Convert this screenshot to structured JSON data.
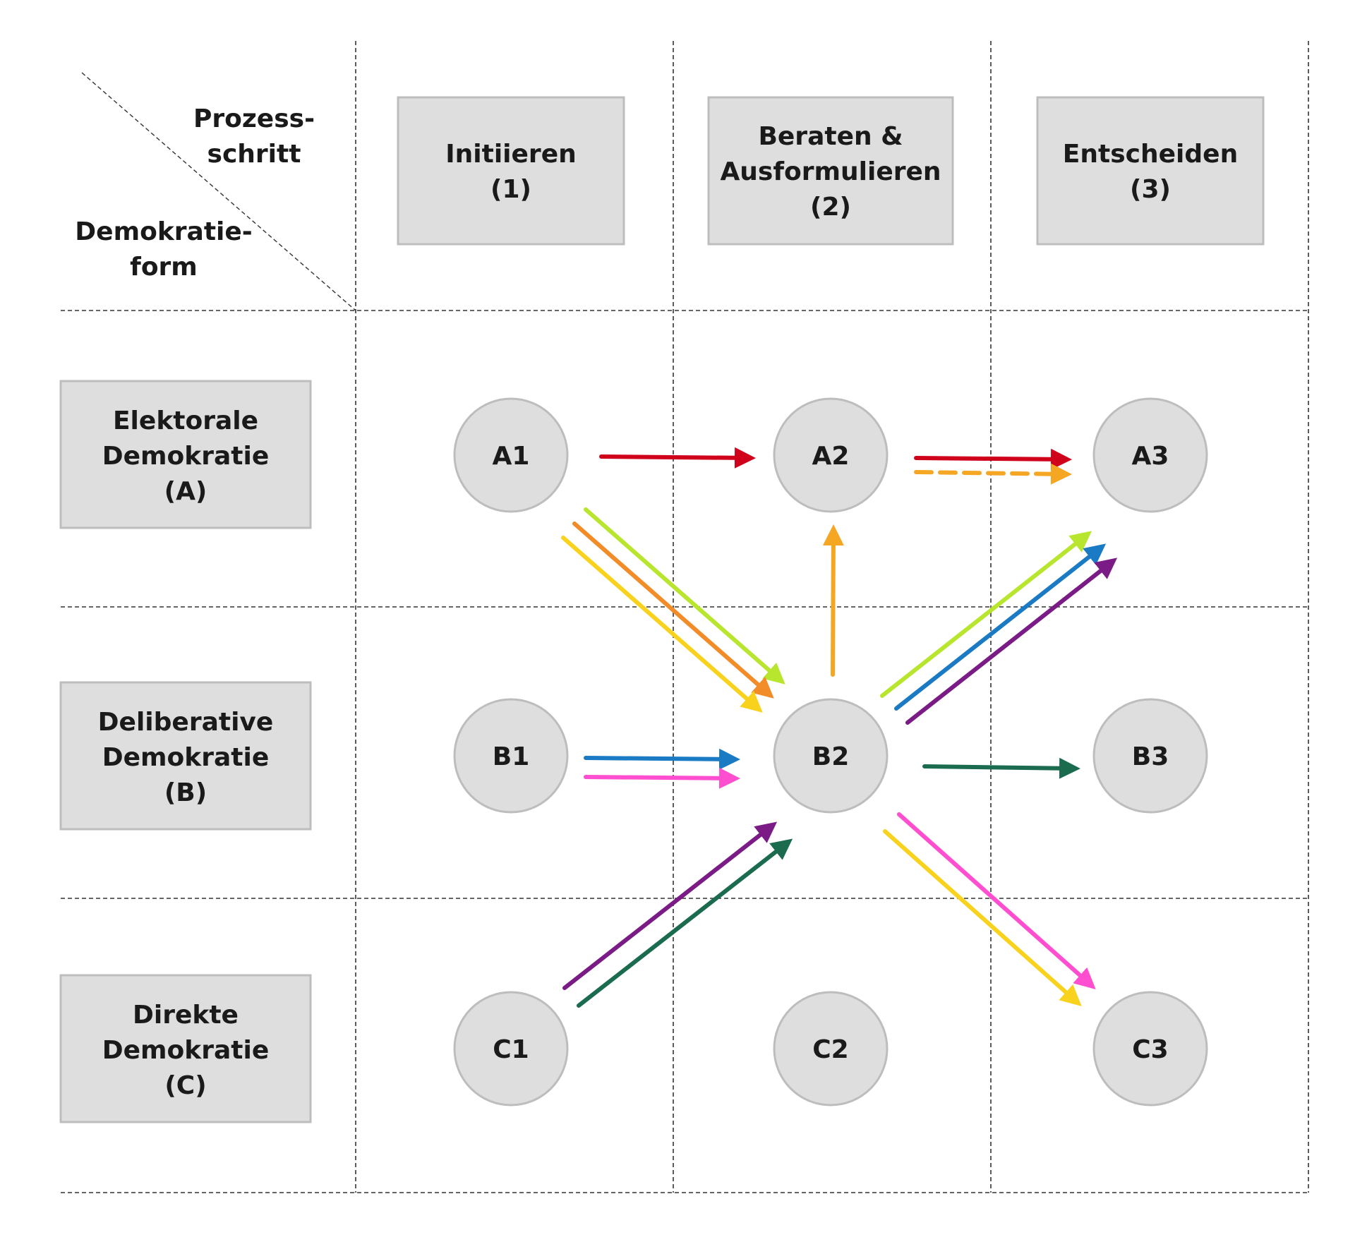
{
  "corner": {
    "top_lines": [
      "Prozess-",
      "schritt"
    ],
    "bottom_lines": [
      "Demokratie-",
      "form"
    ]
  },
  "columns": [
    {
      "id": "1",
      "lines": [
        "Initiieren",
        "(1)"
      ]
    },
    {
      "id": "2",
      "lines": [
        "Beraten &",
        "Ausformulieren",
        "(2)"
      ]
    },
    {
      "id": "3",
      "lines": [
        "Entscheiden",
        "(3)"
      ]
    }
  ],
  "rows": [
    {
      "id": "A",
      "lines": [
        "Elektorale",
        "Demokratie",
        "(A)"
      ]
    },
    {
      "id": "B",
      "lines": [
        "Deliberative",
        "Demokratie",
        "(B)"
      ]
    },
    {
      "id": "C",
      "lines": [
        "Direkte",
        "Demokratie",
        "(C)"
      ]
    }
  ],
  "nodes": [
    "A1",
    "A2",
    "A3",
    "B1",
    "B2",
    "B3",
    "C1",
    "C2",
    "C3"
  ],
  "colors": {
    "red": "#d0021b",
    "orange": "#f5a623",
    "dark_orange": "#f28c28",
    "lime": "#b8e62e",
    "yellow": "#f8d21c",
    "blue": "#1a7ac4",
    "pink": "#ff4fd0",
    "purple": "#7a1b86",
    "green": "#1b6b4f",
    "node_fill": "#dedede",
    "node_stroke": "#bdbdbd",
    "box_fill": "#dedede",
    "box_stroke": "#bdbdbd"
  },
  "connections": [
    {
      "from": "A1",
      "to": "A2",
      "color": "red",
      "style": "solid"
    },
    {
      "from": "A2",
      "to": "A3",
      "color": "red",
      "style": "solid"
    },
    {
      "from": "A2",
      "to": "A3",
      "color": "orange",
      "style": "dashed"
    },
    {
      "from": "A1",
      "to": "B2",
      "color": "lime",
      "style": "solid"
    },
    {
      "from": "A1",
      "to": "B2",
      "color": "dark_orange",
      "style": "solid"
    },
    {
      "from": "A1",
      "to": "B2",
      "color": "yellow",
      "style": "solid"
    },
    {
      "from": "B2",
      "to": "A2",
      "color": "orange",
      "style": "solid"
    },
    {
      "from": "B2",
      "to": "A3",
      "color": "lime",
      "style": "solid"
    },
    {
      "from": "B2",
      "to": "A3",
      "color": "blue",
      "style": "solid"
    },
    {
      "from": "B2",
      "to": "A3",
      "color": "purple",
      "style": "solid"
    },
    {
      "from": "B1",
      "to": "B2",
      "color": "blue",
      "style": "solid"
    },
    {
      "from": "B1",
      "to": "B2",
      "color": "pink",
      "style": "solid"
    },
    {
      "from": "B2",
      "to": "B3",
      "color": "green",
      "style": "solid"
    },
    {
      "from": "C1",
      "to": "B2",
      "color": "purple",
      "style": "solid"
    },
    {
      "from": "C1",
      "to": "B2",
      "color": "green",
      "style": "solid"
    },
    {
      "from": "B2",
      "to": "C3",
      "color": "pink",
      "style": "solid"
    },
    {
      "from": "B2",
      "to": "C3",
      "color": "yellow",
      "style": "solid"
    }
  ]
}
